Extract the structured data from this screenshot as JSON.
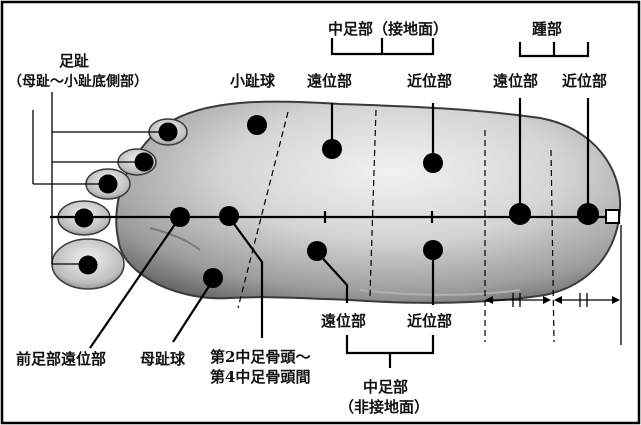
{
  "labels": {
    "toe": [
      "足趾",
      "（母趾～小趾底側部）"
    ],
    "little_toe_ball": "小趾球",
    "midfoot_ground_title": "中足部（接地面）",
    "midfoot_ground_distal": "遠位部",
    "midfoot_ground_proximal": "近位部",
    "heel_title": "踵部",
    "heel_distal": "遠位部",
    "heel_proximal": "近位部",
    "forefoot_distal": "前足部遠位部",
    "big_toe_ball": "母趾球",
    "metatarsal_heads": [
      "第2中足骨頭～",
      "第4中足骨頭間"
    ],
    "midfoot_nonground_distal": "遠位部",
    "midfoot_nonground_proximal": "近位部",
    "midfoot_nonground_title": [
      "中足部",
      "（非接地面）"
    ]
  },
  "colors": {
    "marker": "#000000",
    "foot_light": "#e6e6e6",
    "foot_mid": "#a8a8a8",
    "foot_dark": "#5a5a5a",
    "frame": "#000000"
  }
}
